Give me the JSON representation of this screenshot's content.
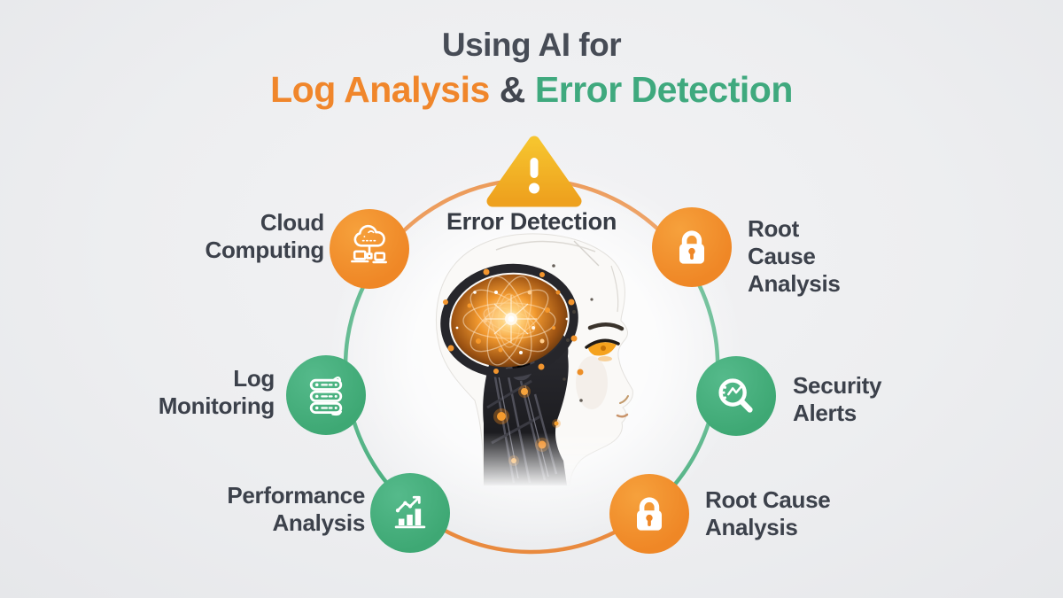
{
  "background": {
    "color": "#EDEEF0"
  },
  "palette": {
    "orange": "#F1882B",
    "green": "#43AC7B",
    "arc_orange": "#E98A3E",
    "arc_green": "#47AE7D",
    "triangle_yellow_top": "#F6C22E",
    "triangle_yellow_bottom": "#EFA21F",
    "heading_dark": "#474C56",
    "label_dark": "#3C414B"
  },
  "title": {
    "line1": "Using AI for",
    "line2": {
      "orange_part": "Log Analysis",
      "amp": "&",
      "green_part": "Error Detection"
    }
  },
  "nodes": {
    "error_detection": {
      "label": "Error Detection",
      "icon": "warning-triangle-icon"
    },
    "cloud_computing": {
      "line1": "Cloud",
      "line2": "Computing",
      "icon": "cloud-devices-icon"
    },
    "root_cause_top": {
      "line1": "Root",
      "line2": "Cause",
      "line3": "Analysis",
      "icon": "padlock-icon"
    },
    "log_monitoring": {
      "line1": "Log",
      "line2": "Monitoring",
      "icon": "server-stack-icon"
    },
    "security_alerts": {
      "line1": "Security",
      "line2": "Alerts",
      "icon": "magnifier-analytics-icon"
    },
    "performance_analysis": {
      "line1": "Performance",
      "line2": "Analysis",
      "icon": "bar-chart-growth-icon"
    },
    "root_cause_bottom": {
      "line1": "Root Cause",
      "line2": "Analysis",
      "icon": "padlock-icon"
    }
  },
  "center_illustration": {
    "name": "ai-robot-head"
  }
}
